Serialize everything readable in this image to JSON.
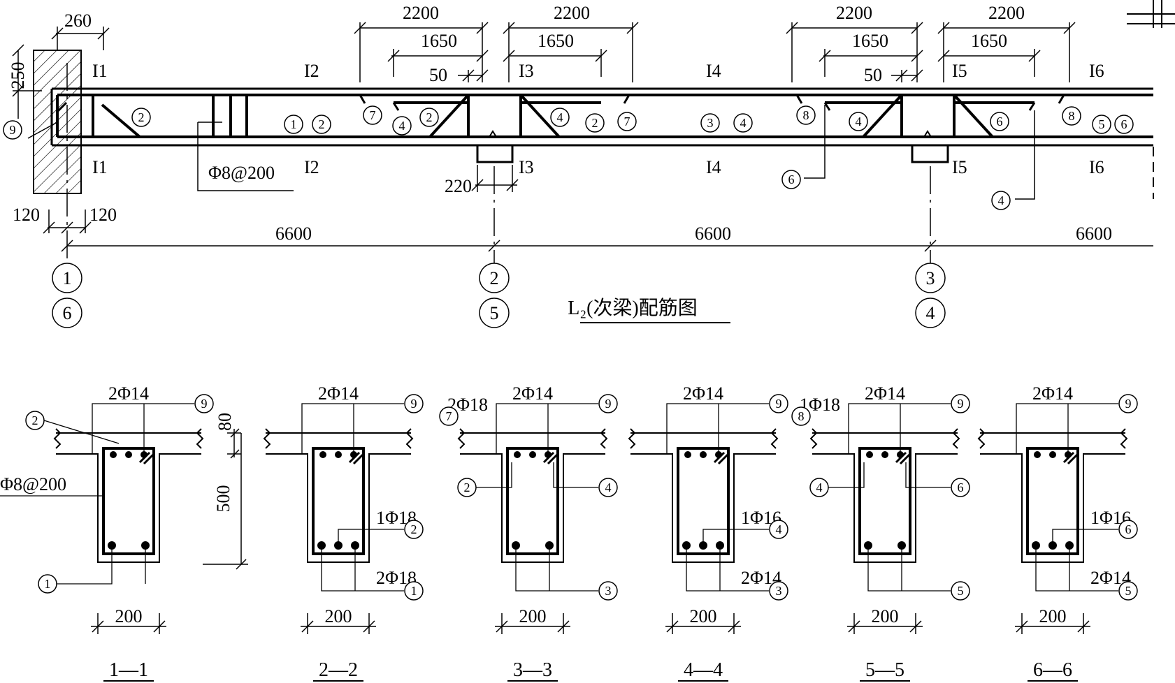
{
  "drawing_title": "L₂(次梁)配筋图",
  "elevation": {
    "wall_width": "260",
    "slab_offset": "250",
    "wall_left": "120",
    "wall_right": "120",
    "span": "6600",
    "column_width": "220",
    "stirrup_spec": "Φ8@200",
    "neg_bar_outer": "2200",
    "neg_bar_inner": "1650",
    "bend_offset": "50",
    "axis_top": [
      "1",
      "2",
      "3"
    ],
    "axis_bottom": [
      "6",
      "5",
      "4"
    ],
    "cut_marks": [
      "1",
      "2",
      "3",
      "4",
      "5",
      "6"
    ],
    "bar_tags": [
      "9",
      "2",
      "1",
      "2",
      "7",
      "4",
      "2",
      "4",
      "2",
      "7",
      "3",
      "4",
      "8",
      "4",
      "6",
      "8",
      "5",
      "6",
      "6",
      "4"
    ]
  },
  "sections": [
    {
      "label": "1—1",
      "top_bars": "2Φ14",
      "top_tag": "9",
      "width": "200",
      "bottom_tag": "1",
      "left_tag": "2",
      "stirrup": "Φ8@200",
      "slab": "80",
      "height": "500"
    },
    {
      "label": "2—2",
      "top_bars": "2Φ14",
      "top_tag": "9",
      "width": "200",
      "mid_bars": "1Φ18",
      "mid_tag": "2",
      "bottom_bars": "2Φ18",
      "bottom_tag": "1"
    },
    {
      "label": "3—3",
      "top_bars": "2Φ14",
      "top_tag": "9",
      "width": "200",
      "extra_top": "2Φ18",
      "extra_tag": "7",
      "left_tag": "2",
      "right_tag": "4",
      "bottom_tag": "3"
    },
    {
      "label": "4—4",
      "top_bars": "2Φ14",
      "top_tag": "9",
      "width": "200",
      "mid_bars": "1Φ16",
      "mid_tag": "4",
      "bottom_bars": "2Φ14",
      "bottom_tag": "3"
    },
    {
      "label": "5—5",
      "top_bars": "2Φ14",
      "top_tag": "9",
      "width": "200",
      "extra_top": "1Φ18",
      "extra_tag": "8",
      "left_tag": "4",
      "right_tag": "6",
      "bottom_tag": "5"
    },
    {
      "label": "6—6",
      "top_bars": "2Φ14",
      "top_tag": "9",
      "width": "200",
      "mid_bars": "1Φ16",
      "mid_tag": "6",
      "bottom_bars": "2Φ14",
      "bottom_tag": "5"
    }
  ]
}
